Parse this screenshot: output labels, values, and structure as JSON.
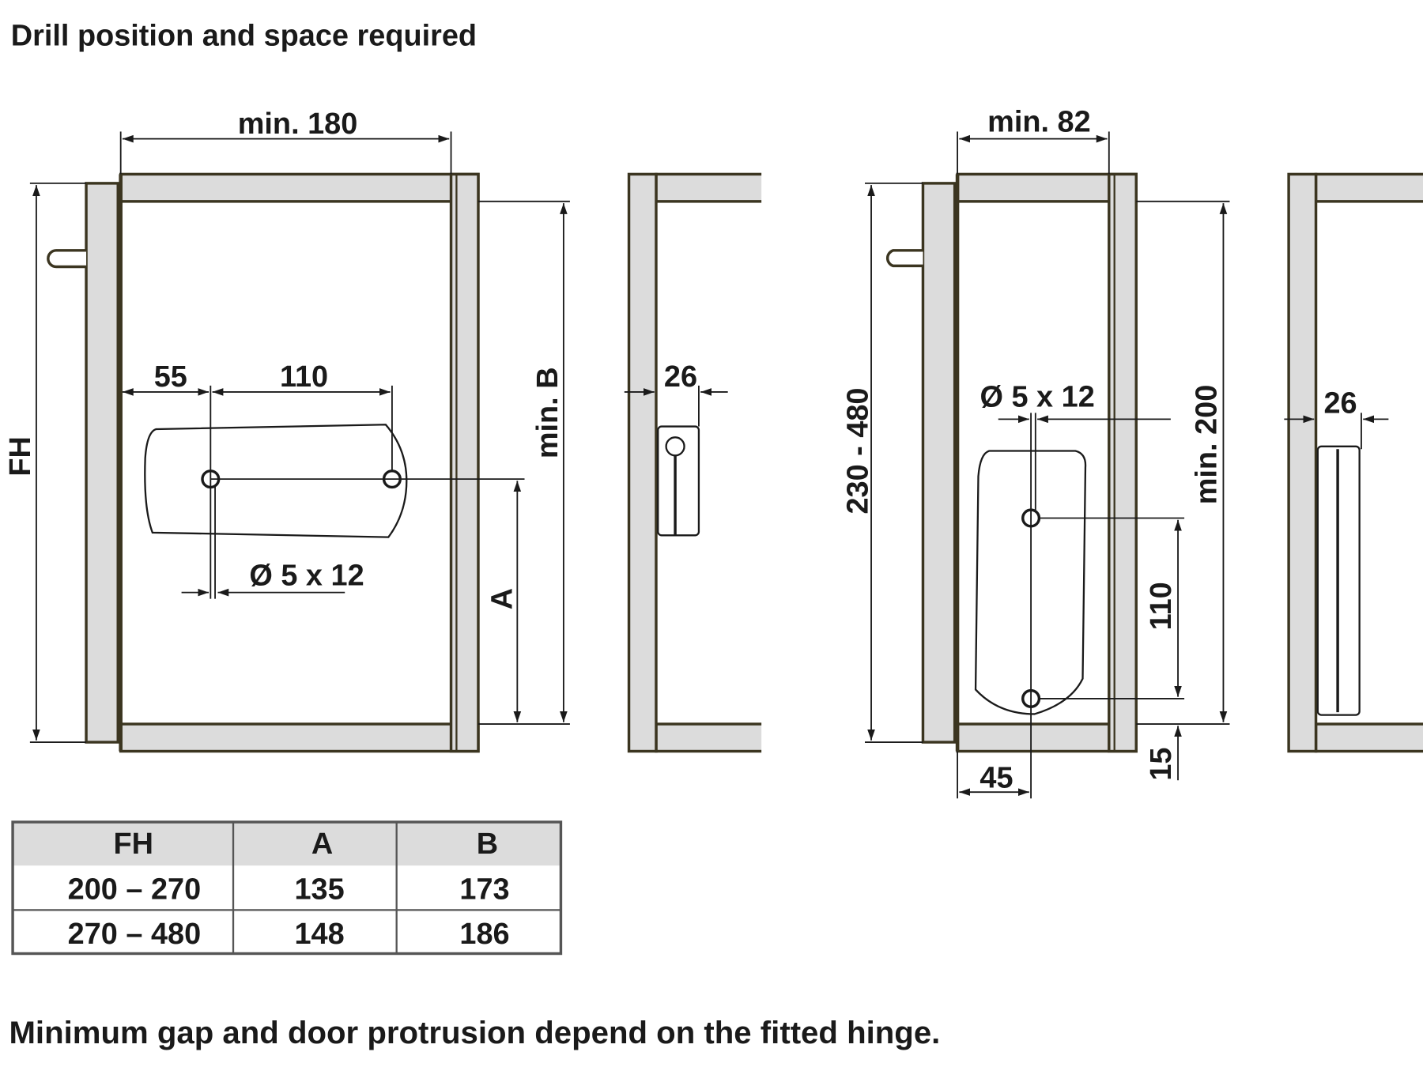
{
  "title": "Drill position and space required",
  "footer_note": "Minimum gap and door protrusion depend on the fitted hinge.",
  "colors": {
    "panel_fill": "#dcdcdc",
    "panel_outline": "#3b3520",
    "line": "#1a1a1a",
    "table_header": "#dcdcdc"
  },
  "front_view_horizontal": {
    "min_width": "min. 180",
    "offset_55": "55",
    "spacing_110": "110",
    "drill": "Ø 5 x 12",
    "fh": "FH",
    "min_b": "min. B",
    "a": "A"
  },
  "side_view_horizontal": {
    "depth": "26"
  },
  "front_view_vertical": {
    "min_width": "min. 82",
    "height_range": "230 - 480",
    "drill": "Ø 5 x 12",
    "min_height": "min. 200",
    "spacing_110": "110",
    "offset_15": "15",
    "offset_45": "45"
  },
  "side_view_vertical": {
    "depth": "26"
  },
  "table": {
    "headers": [
      "FH",
      "A",
      "B"
    ],
    "rows": [
      [
        "200 – 270",
        "135",
        "173"
      ],
      [
        "270 – 480",
        "148",
        "186"
      ]
    ]
  }
}
